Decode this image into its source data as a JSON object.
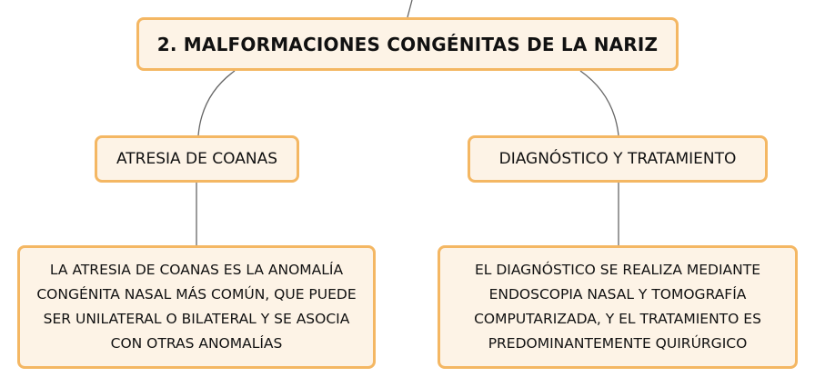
{
  "diagram": {
    "root": {
      "label": "2. MALFORMACIONES CONGÉNITAS DE LA NARIZ"
    },
    "branches": [
      {
        "label": "ATRESIA DE COANAS",
        "detail": "LA ATRESIA DE COANAS ES LA ANOMALÍA CONGÉNITA NASAL MÁS COMÚN, QUE PUEDE SER UNILATERAL O BILATERAL Y SE ASOCIA CON OTRAS ANOMALÍAS"
      },
      {
        "label": "DIAGNÓSTICO Y TRATAMIENTO",
        "detail": "EL DIAGNÓSTICO SE REALIZA MEDIANTE ENDOSCOPIA NASAL Y TOMOGRAFÍA COMPUTARIZADA, Y EL TRATAMIENTO ES PREDOMINANTEMENTE QUIRÚRGICO"
      }
    ],
    "colors": {
      "node_fill": "#fdf3e6",
      "node_border": "#f4b763",
      "connector": "#666666",
      "text": "#111111"
    }
  }
}
